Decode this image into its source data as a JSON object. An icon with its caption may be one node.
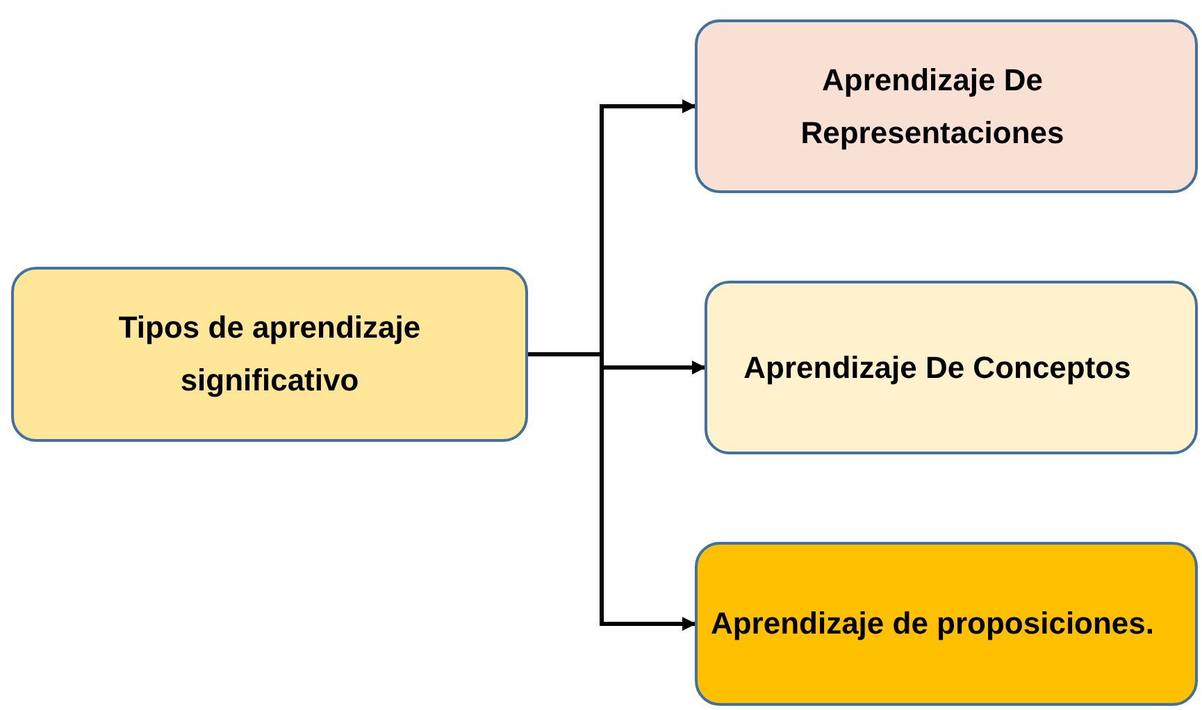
{
  "diagram": {
    "nodes": [
      {
        "text": [
          "Tipos de aprendizaje significativo"
        ]
      },
      {
        "text": [
          "Aprendizaje De Representaciones"
        ]
      },
      {
        "text": [
          "Aprendizaje De Conceptos"
        ]
      },
      {
        "text": [
          "Aprendizaje de proposiciones."
        ]
      }
    ],
    "edges": [
      {
        "from": 0,
        "to": 1,
        "arrow": "to"
      },
      {
        "from": 0,
        "to": 2,
        "arrow": "to"
      },
      {
        "from": 0,
        "to": 3,
        "arrow": "to"
      }
    ]
  }
}
